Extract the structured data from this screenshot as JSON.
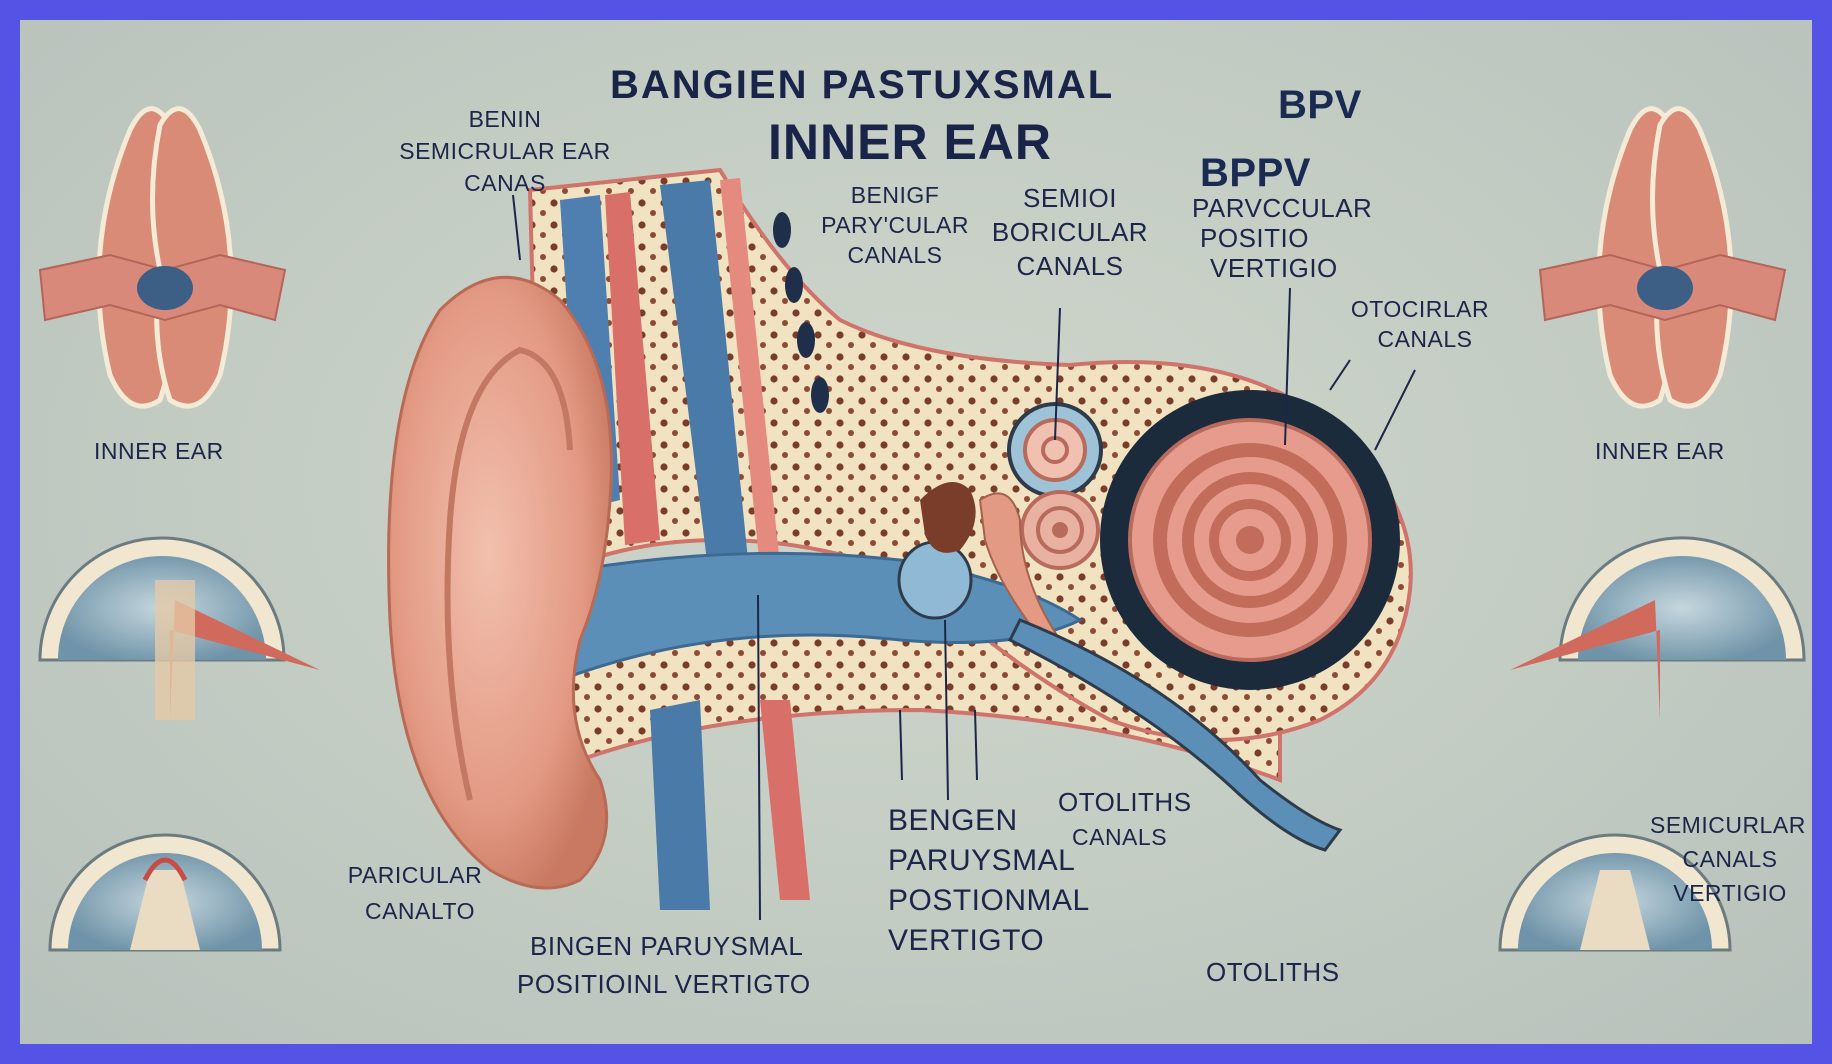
{
  "title": {
    "line1": "BANGIEN PASTUXSMAL",
    "line2": "INNER EAR",
    "abbr_top": "BPV",
    "abbr_mid": "BPPV"
  },
  "labels": {
    "top_left_1": "BENIN",
    "top_left_2": "SEMICRULAR EAR",
    "top_left_3": "CANAS",
    "benign_1": "BENIGF",
    "benign_2": "PARY'CULAR",
    "benign_3": "CANALS",
    "semi_1": "SEMIOI",
    "semi_2": "BORICULAR",
    "semi_3": "CANALS",
    "parv_1": "PARVCCULAR",
    "parv_2": "POSITIO",
    "parv_3": "VERTIGIO",
    "otoc_1": "OTOCIRLAR",
    "otoc_2": "CANALS",
    "inner_ear_left": "INNER EAR",
    "inner_ear_right": "INNER EAR",
    "paricular_1": "PARICULAR",
    "paricular_2": "CANALTO",
    "bingen_1": "BINGEN PARUYSMAL",
    "bingen_2": "POSITIOINL VERTIGTO",
    "bengen_1": "BENGEN",
    "bengen_2": "PARUYSMAL",
    "bengen_3": "POSTIONMAL",
    "bengen_4": "VERTIGTO",
    "otoliths_1": "OTOLITHS",
    "otoliths_canals": "CANALS",
    "otoliths_2": "OTOLITHS",
    "semic_right_1": "SEMICURLAR",
    "semic_right_2": "CANALS",
    "semic_right_3": "VERTIGIO"
  },
  "colors": {
    "frame": "#5552e6",
    "background": "#c9d1c8",
    "skin": "#e7a48f",
    "bone": "#f1e3c1",
    "canal_blue": "#5b8fb8",
    "tissue_red": "#d87a74",
    "text": "#1c2648"
  }
}
